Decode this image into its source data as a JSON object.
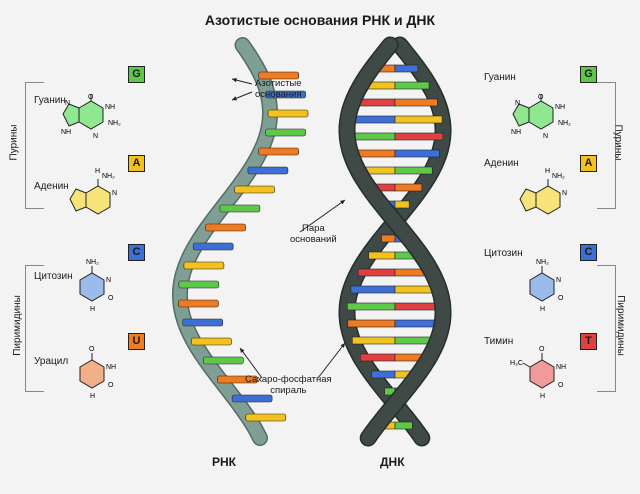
{
  "title": "Азотистые основания РНК и ДНК",
  "colors": {
    "guanine": "#8fe88f",
    "adenine": "#f6e47a",
    "cytosine": "#9bbbeb",
    "uracil": "#f1b08a",
    "thymine": "#f19a9a",
    "badge_g": "#5ec84b",
    "badge_a": "#f2c31f",
    "badge_c": "#3e6fd6",
    "badge_u": "#ee7d24",
    "badge_t": "#e04040",
    "rna_backbone": "#7f9f95",
    "dna_backbone": "#3f4a46"
  },
  "left": {
    "purines_label": "Пурины",
    "pyrimidines_label": "Пиримидины",
    "bases": [
      {
        "name": "Гуанин",
        "letter": "G"
      },
      {
        "name": "Аденин",
        "letter": "A"
      },
      {
        "name": "Цитозин",
        "letter": "C"
      },
      {
        "name": "Урацил",
        "letter": "U"
      }
    ]
  },
  "right": {
    "purines_label": "Пурины",
    "pyrimidines_label": "Пиримидины",
    "bases": [
      {
        "name": "Гуанин",
        "letter": "G"
      },
      {
        "name": "Аденин",
        "letter": "A"
      },
      {
        "name": "Цитозин",
        "letter": "C"
      },
      {
        "name": "Тимин",
        "letter": "T"
      }
    ]
  },
  "mol_labels": {
    "nh": "NH",
    "nh2": "NH₂",
    "n": "N",
    "h": "H",
    "o": "O",
    "h3c": "H₃C"
  },
  "annotations": {
    "nitrogen_bases": "Азотистые\nоснования",
    "base_pair": "Пара\nоснований",
    "sugar_phosphate": "Сахаро-фосфатная\nспираль"
  },
  "rna_label": "РНК",
  "dna_label": "ДНК"
}
